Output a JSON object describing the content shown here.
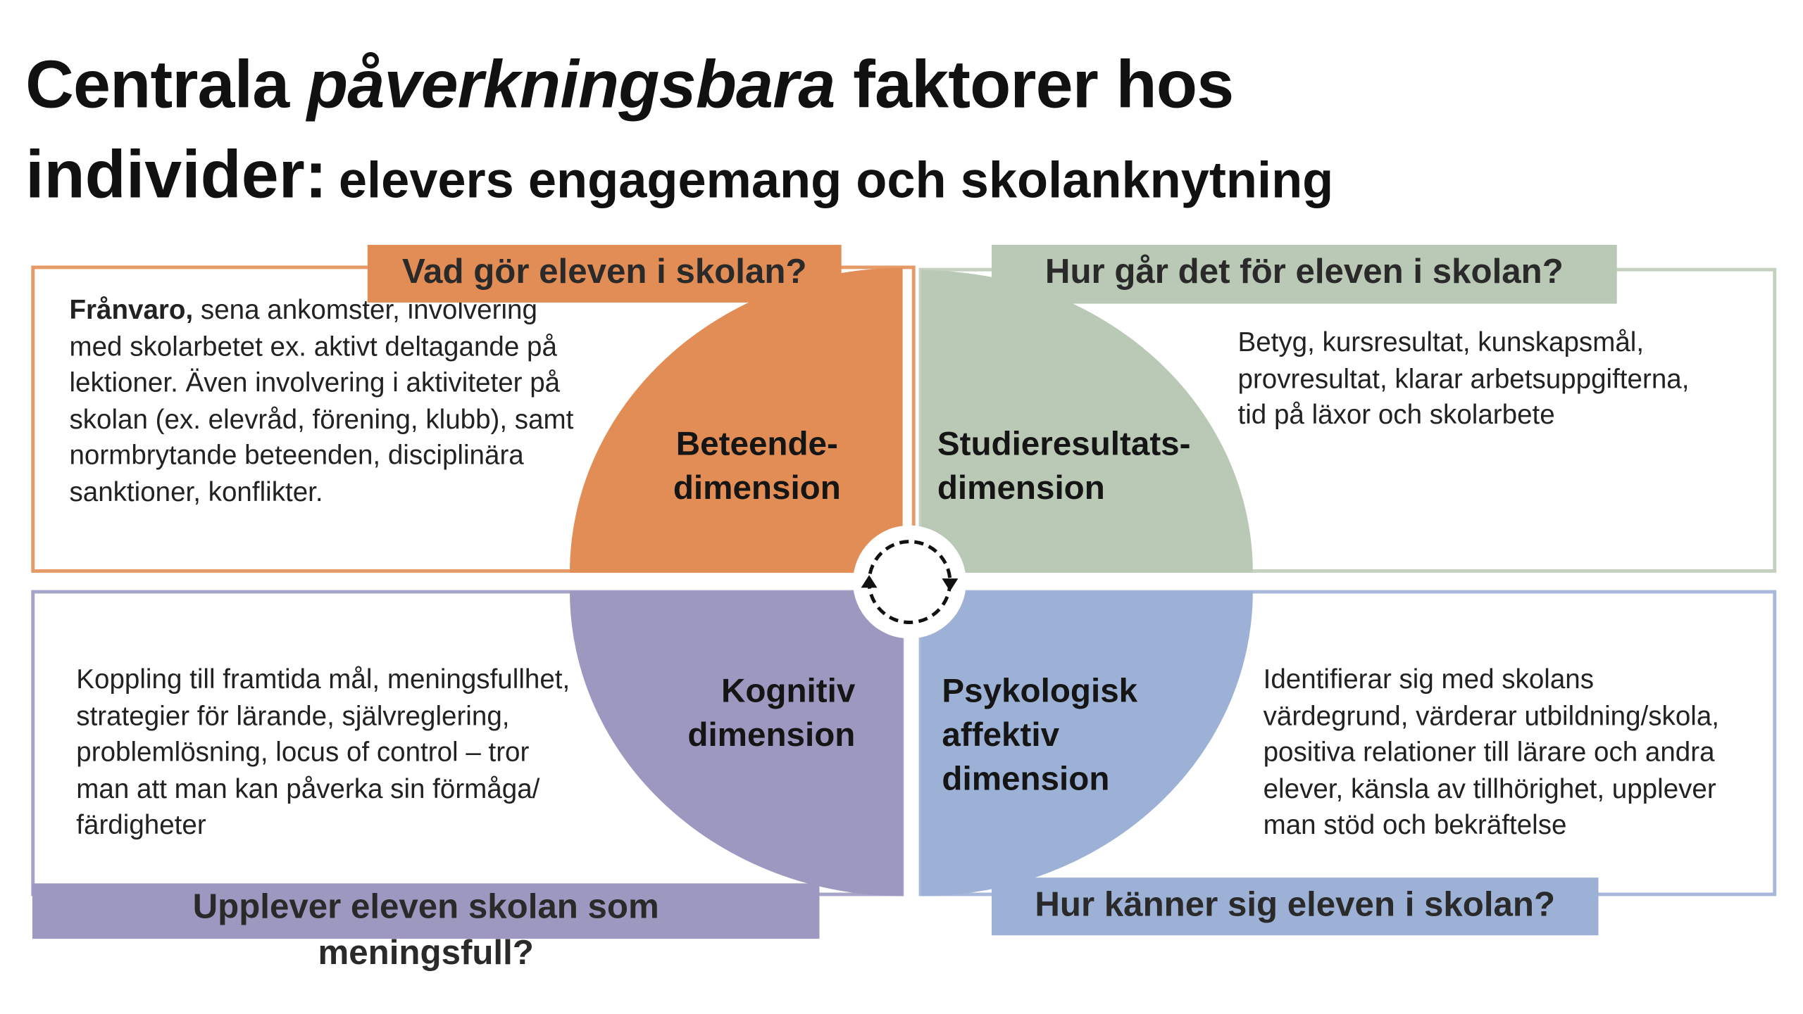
{
  "title": {
    "part1": "Centrala ",
    "part_italic": "påverkningsbara",
    "part2": " faktorer hos",
    "line2_big": "individer:",
    "line2_sub": "elevers engagemang och skolanknytning"
  },
  "quadrants": [
    {
      "id": "beteende",
      "question": "Vad gör eleven i skolan?",
      "label_lines": [
        "Beteende-",
        "dimension"
      ],
      "text_bold": "Frånvaro,",
      "text": " sena ankomster, involvering med skolarbetet ex. aktivt deltagande på lektioner. Även involvering i aktiviteter på skolan (ex. elevråd, förening, klubb), samt normbrytande beteenden, disciplinära sanktioner, konflikter.",
      "color": "#e38d56"
    },
    {
      "id": "studieresultat",
      "question": "Hur går det för eleven i skolan?",
      "label_lines": [
        "Studieresultats-",
        "dimension"
      ],
      "text": "Betyg, kursresultat, kunskapsmål, provresultat, klarar arbetsuppgifterna, tid på läxor och skolarbete",
      "color": "#bac9b5"
    },
    {
      "id": "kognitiv",
      "question": "Upplever eleven skolan som meningsfull?",
      "label_lines": [
        "Kognitiv",
        "dimension"
      ],
      "text": "Koppling till framtida mål, meningsfullhet, strategier för lärande, självreglering, problemlösning, locus of control – tror man att man kan påverka sin förmåga/ färdigheter",
      "color": "#9c98c0"
    },
    {
      "id": "psykologisk",
      "question": "Hur känner sig eleven i skolan?",
      "label_lines": [
        "Psykologisk",
        "affektiv",
        "dimension"
      ],
      "text": "Identifierar sig med skolans värdegrund, värderar utbildning/skola, positiva relationer till lärare och andra elever, känsla av tillhörighet, upplever man stöd och bekräftelse",
      "color": "#9db1d6"
    }
  ],
  "center_icon": "cycle-arrows-icon"
}
